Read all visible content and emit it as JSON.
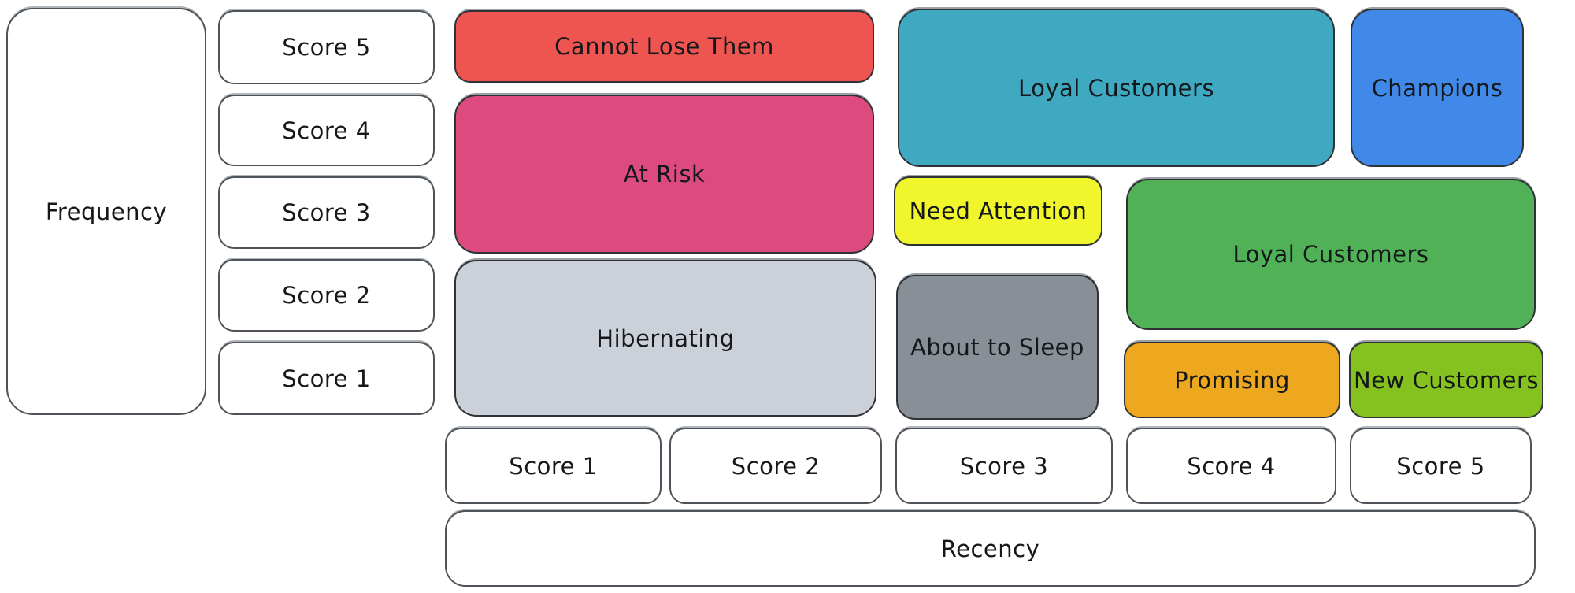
{
  "axes": {
    "frequency": {
      "label": "Frequency",
      "scores": [
        "Score 5",
        "Score 4",
        "Score 3",
        "Score 2",
        "Score 1"
      ]
    },
    "recency": {
      "label": "Recency",
      "scores": [
        "Score 1",
        "Score 2",
        "Score 3",
        "Score 4",
        "Score 5"
      ]
    }
  },
  "segments": [
    {
      "label": "Cannot Lose Them",
      "color": "#ee5450"
    },
    {
      "label": "At Risk",
      "color": "#dc4a7e"
    },
    {
      "label": "Hibernating",
      "color": "#ccd1d9"
    },
    {
      "label": "Loyal Customers",
      "color": "#3fa9c2"
    },
    {
      "label": "Champions",
      "color": "#4189e8"
    },
    {
      "label": "Need Attention",
      "color": "#f1f52b"
    },
    {
      "label": "Loyal Customers",
      "color": "#50b156"
    },
    {
      "label": "About to Sleep",
      "color": "#888f97"
    },
    {
      "label": "Promising",
      "color": "#eea81f"
    },
    {
      "label": "New Customers",
      "color": "#85c220"
    }
  ]
}
